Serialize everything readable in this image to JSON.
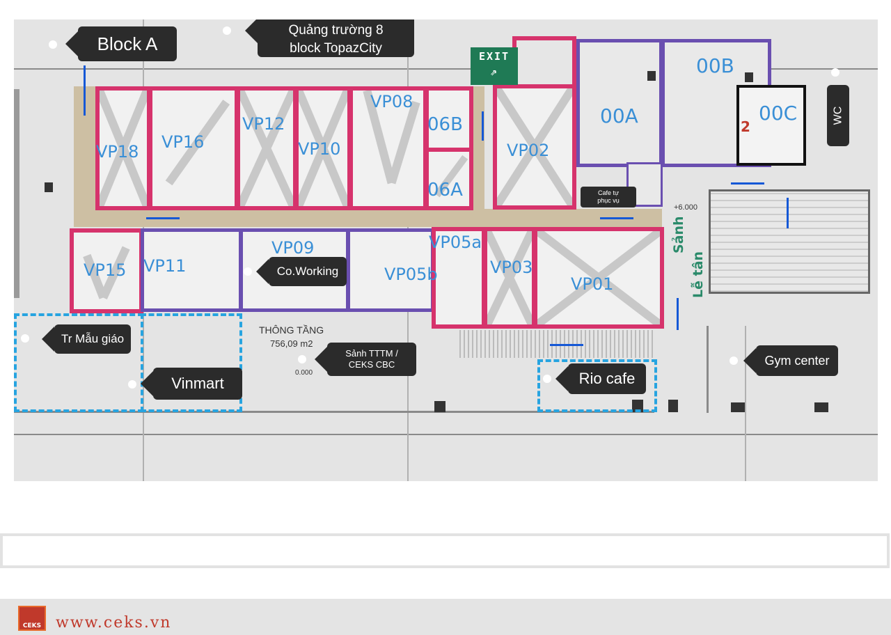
{
  "callouts": {
    "block_a": "Block A",
    "quang_truong": "Quảng trường 8\nblock TopazCity",
    "coworking": "Co.Working",
    "mau_giao": "Tr Mẫu giáo",
    "vinmart": "Vinmart",
    "sanh_tttm": "Sảnh TTTM /\nCEKS CBC",
    "rio_cafe": "Rio cafe",
    "gym_center": "Gym center",
    "wc": "WC",
    "cafe_tu_phuc_vu": "Cafe tự\nphục vụ"
  },
  "rooms": {
    "vp18": "VP18",
    "vp16": "VP16",
    "vp12": "VP12",
    "vp10": "VP10",
    "vp08": "VP08",
    "r06b": "06B",
    "r06a": "06A",
    "vp02": "VP02",
    "r00a": "00A",
    "r00b": "00B",
    "r00c": "00C",
    "vp15": "VP15",
    "vp11": "VP11",
    "vp09": "VP09",
    "vp05a": "VP05a",
    "vp05b": "VP05b",
    "vp03": "VP03",
    "vp01": "VP01"
  },
  "labels": {
    "exit": "EXIT",
    "sanh": "Sảnh",
    "le_tan": "Lễ tân",
    "level": "+6.000",
    "level_zero": "0.000",
    "thong_tang": "THÔNG TẦNG",
    "area": "756,09 m2",
    "room_number": "2"
  },
  "colors": {
    "pink": "#d6336c",
    "purple": "#6a4fb0",
    "label_blue": "#3a8fd6",
    "callout_bg": "#2b2b2b",
    "dashed_zone": "#27a4e0",
    "arrow": "#1558d6",
    "sanh_green": "#2a8a6a"
  },
  "footer": {
    "url": "www.ceks.vn",
    "logo_text": "CEKS"
  }
}
